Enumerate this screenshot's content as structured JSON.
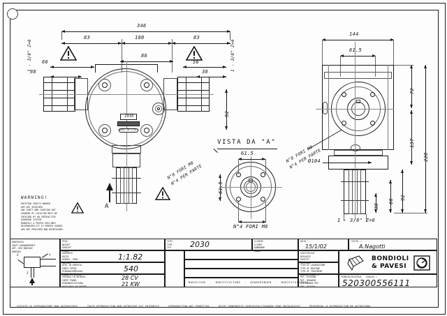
{
  "sheet": {
    "title": "Technical drawing - Bondioli & Pavesi gearbox 2030",
    "footer_notice": "VIETATE LE RIPRODUZIONI NON AUTORIZZATE      TOUTE REPRODUCTION NON AUTORISEE EST INTERDITE      REPRODUCTION NOT PERMITTED      NICHT GENEHMIGTE VERVIELFALTIGUNGEN SIND UNZULAESSIG      PROHIBIDA LA REPRODUCCION NO AUTORIZADA"
  },
  "front_view": {
    "dims": {
      "overall_width": "346",
      "left_span": "83",
      "center_span": "180",
      "right_span": "83",
      "top_inner": "88",
      "left_66": "66",
      "left_38": "38",
      "right_56": "56",
      "right_38": "38",
      "height_92": "92",
      "shaft_left": "1 - 3/8\" Z=6",
      "shaft_right": "1 - 3/8\" Z=6",
      "bore_note": "N°8 FORI M8\nN°4 PER PARTE"
    },
    "nameplate": {
      "type": "2030",
      "brand": "BONDIOLI & PAVESI",
      "origin": "MADE IN ITALY"
    },
    "section_arrow": "A"
  },
  "view_a": {
    "title": "VISTA DA \"A\"",
    "dim_h": "61.5",
    "dim_v": "61.5",
    "hole_note": "N°4 FORI M8"
  },
  "side_view": {
    "dims": {
      "width_144": "144",
      "flange_615_h": "61.5",
      "flange_615_v": "61.5",
      "height_72": "72",
      "height_137": "137",
      "height_220": "220",
      "height_92": "92",
      "height_66": "66",
      "height_38": "38",
      "dia_104": "Ø104",
      "shaft": "1 - 3/8\" Z=6",
      "hole_note": "N°8 FORI M8\nN°4 PER PARTE"
    }
  },
  "warning": {
    "title": "WARNING!",
    "body": "ROTATING SHAFTS MARKED\nARE NOT SHIELDED.\nANY SHAFT AND COUPLING NOT\nGUARDED BY LOCATION MUST BE\nSHIELDED BY AN INTERACTIVE\nGUARDING SYSTEM.\nBONDIOLI & PAVESI DECLINES\nRESPONSIBILITY IF PROPER GUARDS\nARE NOT PROVIDED AND MAINTAINED."
  },
  "titleblock": {
    "col1": {
      "label": "MONTAGGIO\nSHAFT ARRANGEMENTS\nART. DER MONTAGE\nMONTAGE"
    },
    "rows": [
      {
        "label": "PESO\nWEIGHT\nGEWICHT\nPOIDS",
        "value": ""
      },
      {
        "label": "RAPPORTO\nRATIO\nUEBERS. VERH.\nRAPPORT",
        "value": "1:1.82"
      },
      {
        "label": "GIRI IN ENTRATA\nINPUT SPEED\nEINGANGSDREHZAHL\nTOURS EN ENTREE",
        "value": "540"
      },
      {
        "label": "POTENZA IN ENTRATA\nINPUT POWER\nEINGANGSLEISTUNG\nPUISSANCE EN ENTREE",
        "value": "28 CV\n21 KW"
      }
    ],
    "type": {
      "label": "TIPO\nTYPE\nTYP",
      "value": "2030"
    },
    "client": {
      "label": "CLIENTE\nCLIENT\nKUNDENNR\nKUNDE"
    },
    "right_labels": [
      "SOSTITUISCE\nREPLACES\nERSETZT\nREMPLACE",
      "TIPO DI LAVORAZIONE\nTYPE OF MACHINE\nTYPE OF TREATMENT\nBEARBEITUNGSTYP",
      "RIF. DISEGNO\nREF. DRAWING\nZEICHNUNGS REF.\nREF. DESSIN"
    ],
    "modifiche": "MODIFICHE  -  MODIFICATIONS  -  AENDERUNGEN  -  MODIFICACIONES",
    "date": {
      "label": "DATA :",
      "value": "15/1/02"
    },
    "author": {
      "label": "VISTO :",
      "value": "A.Nagotti"
    },
    "brand": {
      "line1": "BONDIOLI",
      "line2": "& PAVESI"
    },
    "code": {
      "label": "RINVIO/SCATOLA   Codice :",
      "value": "520300556111"
    }
  }
}
